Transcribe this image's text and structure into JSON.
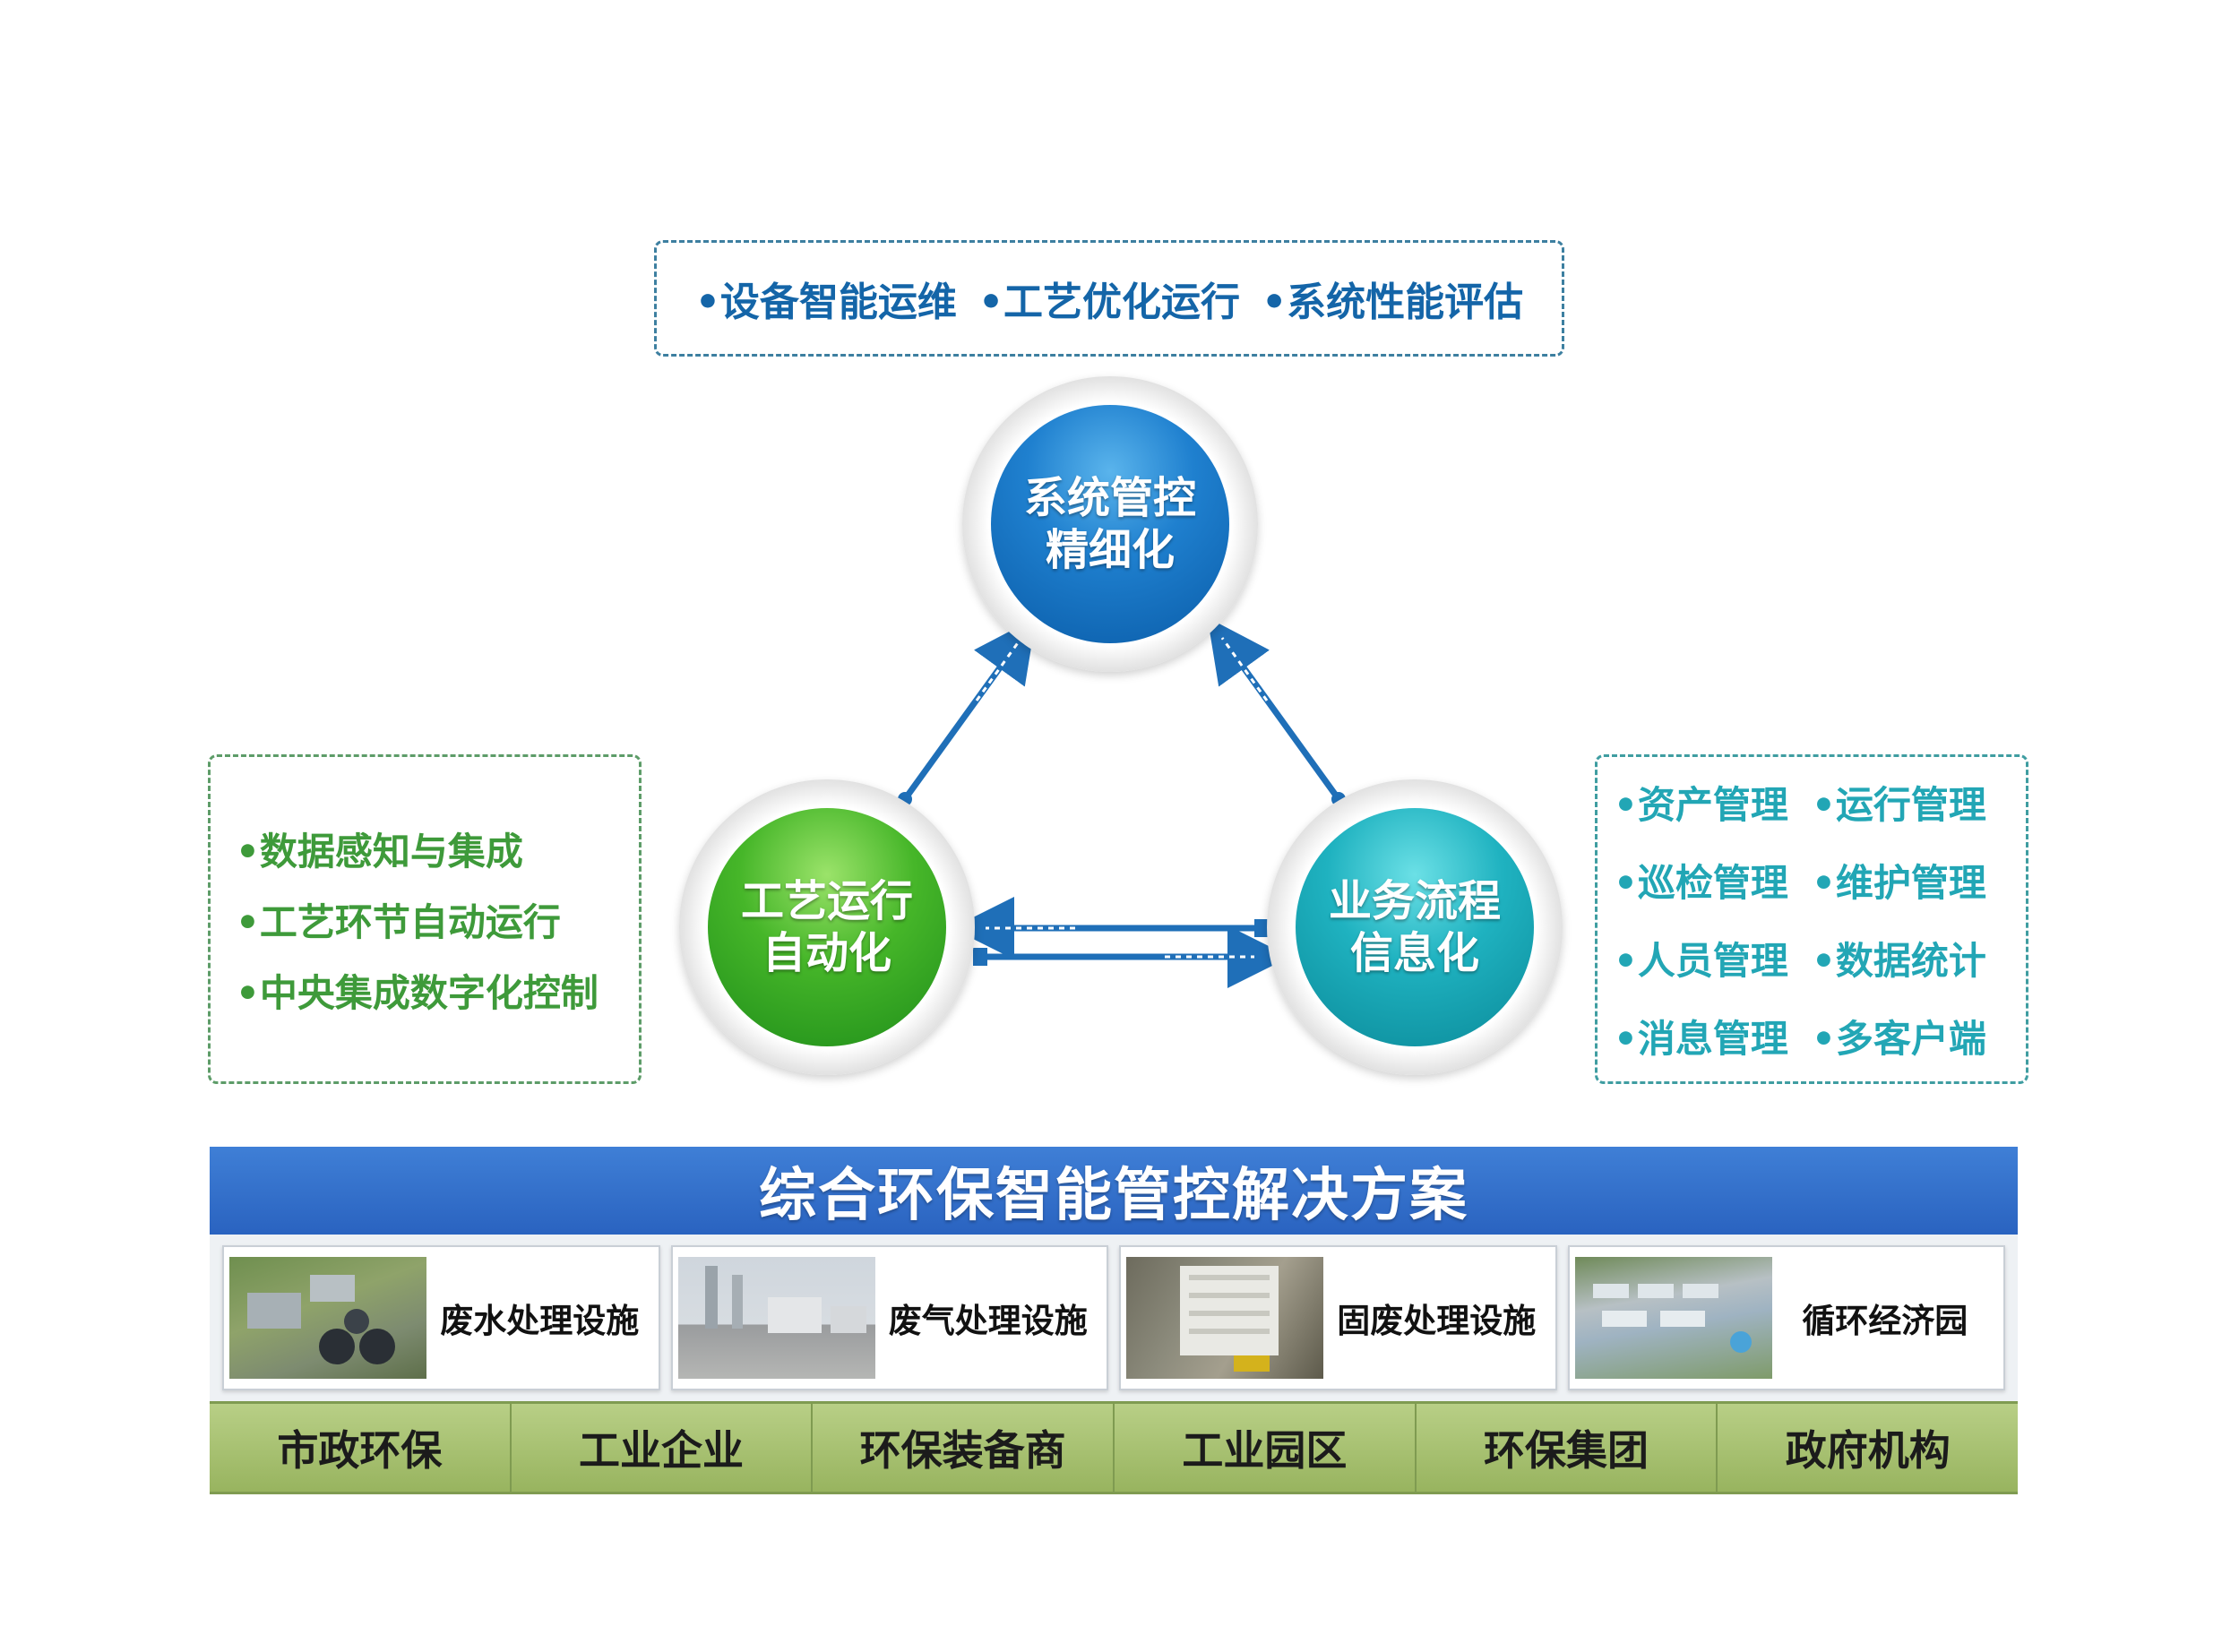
{
  "top_box": {
    "items": [
      "•设备智能运维",
      "•工艺优化运行",
      "•系统性能评估"
    ]
  },
  "left_box": {
    "items": [
      "•数据感知与集成",
      "•工艺环节自动运行",
      "•中央集成数字化控制"
    ]
  },
  "right_box": {
    "items": [
      "•资产管理",
      "•运行管理",
      "•巡检管理",
      "•维护管理",
      "•人员管理",
      "•数据统计",
      "•消息管理",
      "•多客户端"
    ]
  },
  "circles": {
    "top": {
      "line1": "系统管控",
      "line2": "精细化"
    },
    "left": {
      "line1": "工艺运行",
      "line2": "自动化"
    },
    "right": {
      "line1": "业务流程",
      "line2": "信息化"
    }
  },
  "banner": {
    "title": "综合环保智能管控解决方案"
  },
  "facilities": [
    "废水处理设施",
    "废气处理设施",
    "固废处理设施",
    "循环经济园"
  ],
  "categories": [
    "市政环保",
    "工业企业",
    "环保装备商",
    "工业园区",
    "环保集团",
    "政府机构"
  ],
  "colors": {
    "arrow": "#1f6fb8",
    "top_text": "#1465a8",
    "left_text": "#3e9a3a",
    "right_text": "#22a6b5",
    "banner": "#2f6cc8",
    "category_bar": "#9db867"
  }
}
